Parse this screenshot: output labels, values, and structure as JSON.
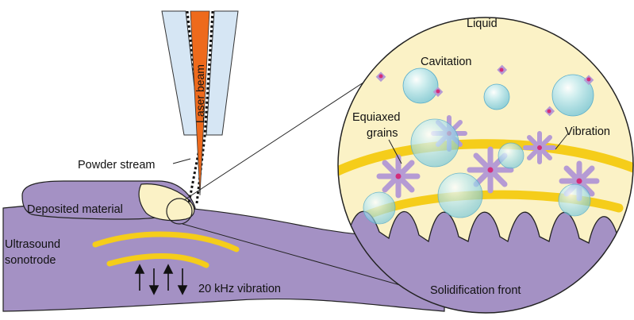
{
  "labels": {
    "laser_beam": "Laser beam",
    "powder_stream": "Powder stream",
    "deposited_material": "Deposited material",
    "ultrasound_sonotrode_line1": "Ultrasound",
    "ultrasound_sonotrode_line2": "sonotrode",
    "vibration_frequency": "20 kHz vibration",
    "liquid": "Liquid",
    "cavitation": "Cavitation",
    "equiaxed_grains_line1": "Equiaxed",
    "equiaxed_grains_line2": "grains",
    "vibration": "Vibration",
    "solidification_front": "Solidification front"
  },
  "colors": {
    "substrate": "#a491c4",
    "liquid": "#fbf2c6",
    "vibration_band": "#f5cd1a",
    "laser_beam": "#ee6a1c",
    "nozzle": "#d6e6f4",
    "grain": "#b59bd4",
    "grain_nucleus": "#d32d7a",
    "bubble": "#a9e0ee"
  }
}
